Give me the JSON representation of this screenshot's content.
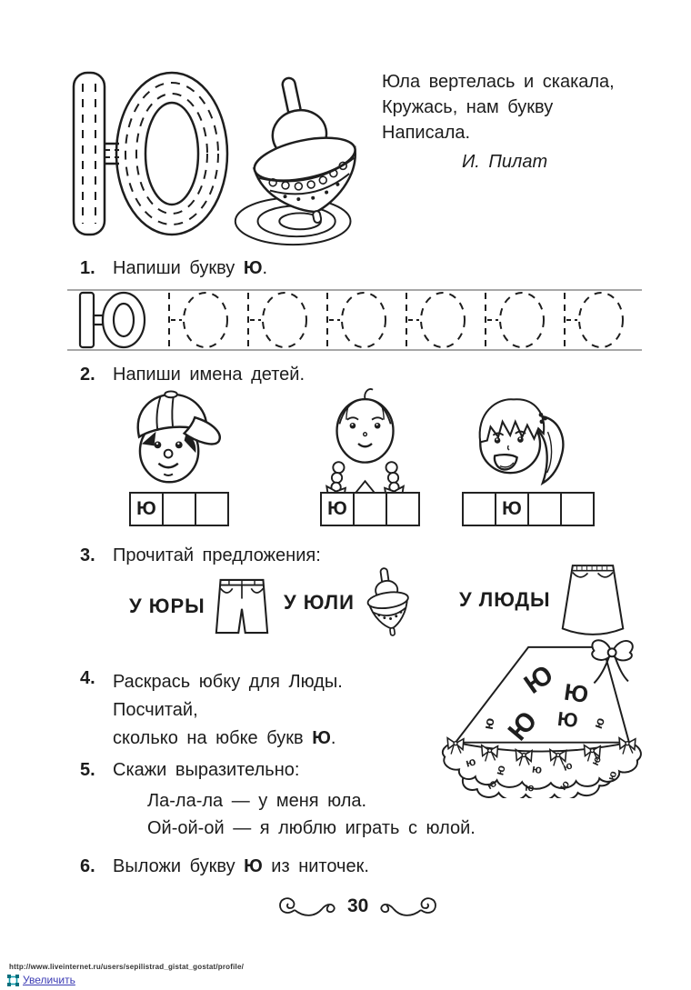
{
  "letters": {
    "upper": "Ю",
    "lower": "ю"
  },
  "header": {
    "poem_lines": [
      "Юла вертелась и скакала,",
      "Кружась, нам букву",
      "Написала."
    ],
    "poem_author": "И. Пилат"
  },
  "tasks": {
    "t1": {
      "num": "1.",
      "pre": "Напиши букву ",
      "bold": "Ю",
      "post": "."
    },
    "t2": {
      "num": "2.",
      "text": "Напиши имена детей."
    },
    "t3": {
      "num": "3.",
      "text": "Прочитай предложения:"
    },
    "t4": {
      "num": "4.",
      "line1": "Раскрась юбку для Люды. Посчитай,",
      "line2_pre": "сколько на юбке букв ",
      "line2_bold": "Ю",
      "line2_post": "."
    },
    "t5": {
      "num": "5.",
      "text": "Скажи выразительно:",
      "line1": "Ла-ла-ла — у меня юла.",
      "line2": "Ой-ой-ой — я люблю играть с юлой."
    },
    "t6": {
      "num": "6.",
      "pre": "Выложи букву ",
      "bold": "Ю",
      "post": " из ниточек."
    }
  },
  "name_boxes": [
    {
      "child": "boy-in-cap",
      "cells": [
        "Ю",
        "",
        ""
      ]
    },
    {
      "child": "girl-with-braids",
      "cells": [
        "Ю",
        "",
        ""
      ]
    },
    {
      "child": "girl-with-ponytail",
      "cells": [
        "",
        "Ю",
        "",
        ""
      ]
    }
  ],
  "phrases": [
    {
      "text": "У ЮРЫ",
      "icon": "shorts"
    },
    {
      "text": "У ЮЛИ",
      "icon": "spinning-top"
    },
    {
      "text": "У ЛЮДЫ",
      "icon": "skirt"
    }
  ],
  "footer": {
    "page_number": "30"
  },
  "bottom": {
    "url": "http://www.liveinternet.ru/users/sepilistrad_gistat_gostat/profile/",
    "link_label": "Увеличить"
  }
}
